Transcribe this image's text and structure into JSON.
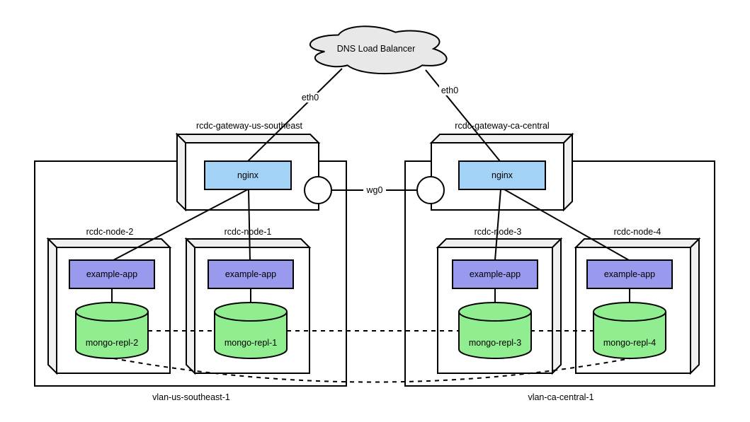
{
  "diagram": {
    "cloud": {
      "label": "DNS Load Balancer"
    },
    "interfaces": {
      "eth0_left": "eth0",
      "eth0_right": "eth0",
      "wg0": "wg0"
    },
    "gateways": [
      {
        "name": "rcdc-gateway-us-southeast",
        "service": "nginx"
      },
      {
        "name": "rcdc-gateway-ca-central",
        "service": "nginx"
      }
    ],
    "vlans": [
      {
        "name": "vlan-us-southeast-1"
      },
      {
        "name": "vlan-ca-central-1"
      }
    ],
    "nodes": [
      {
        "name": "rcdc-node-2",
        "app": "example-app",
        "db": "mongo-repl-2"
      },
      {
        "name": "rcdc-node-1",
        "app": "example-app",
        "db": "mongo-repl-1"
      },
      {
        "name": "rcdc-node-3",
        "app": "example-app",
        "db": "mongo-repl-3"
      },
      {
        "name": "rcdc-node-4",
        "app": "example-app",
        "db": "mongo-repl-4"
      }
    ],
    "colors": {
      "nginx_fill": "#A3D2F7",
      "app_fill": "#9999EE",
      "db_fill": "#90EE90",
      "cloud_fill": "#E8E8E8",
      "cube_face_fill": "#F0F0F0",
      "box_fill": "#FFFFFF",
      "stroke": "#000000"
    }
  }
}
